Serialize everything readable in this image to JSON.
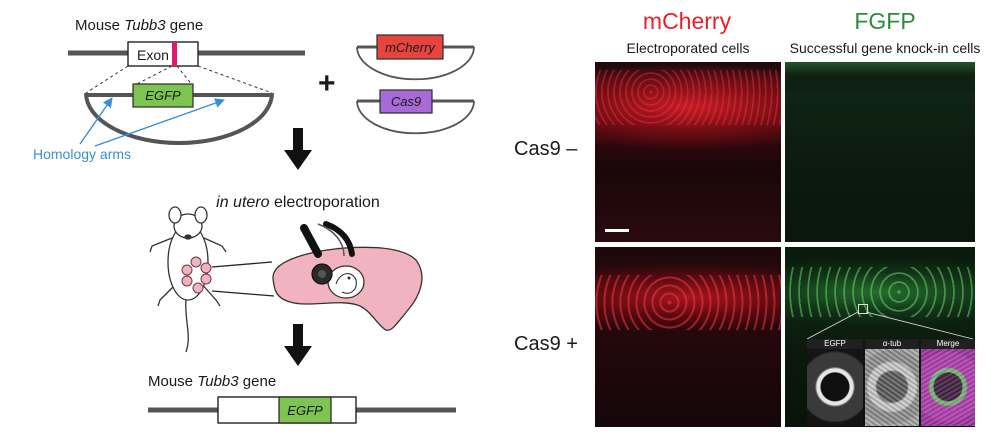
{
  "left": {
    "top_gene_prefix": "Mouse ",
    "top_gene_name": "Tubb3",
    "top_gene_suffix": " gene",
    "exon_label": "Exon",
    "egfp_label": "EGFP",
    "homology_label": "Homology arms",
    "plus_sign": "+",
    "mcherry_plasmid_label": "mCherry",
    "cas9_plasmid_label": "Cas9",
    "step_italic": "in utero",
    "step_rest": " electroporation",
    "bottom_gene_prefix": "Mouse ",
    "bottom_gene_name": "Tubb3",
    "bottom_gene_suffix": " gene",
    "bottom_egfp_label": "EGFP"
  },
  "right": {
    "col1_title": "mCherry",
    "col1_subtitle": "Electroporated cells",
    "col2_title": "FGFP",
    "col2_subtitle": "Successful gene knock-in cells",
    "row1_label": "Cas9 –",
    "row2_label": "Cas9 +",
    "inset_labels": [
      "EGFP",
      "α-tub",
      "Merge"
    ]
  },
  "colors": {
    "mcherry_red": "#e8202a",
    "fgfp_green": "#2e8b3e",
    "egfp_box": "#7dc451",
    "mcherry_box": "#e8443f",
    "cas9_box": "#a86ad6",
    "exon_mark": "#e0176e",
    "homology_blue": "#3a8fd1",
    "embryo_pink": "#f2b3c0"
  }
}
